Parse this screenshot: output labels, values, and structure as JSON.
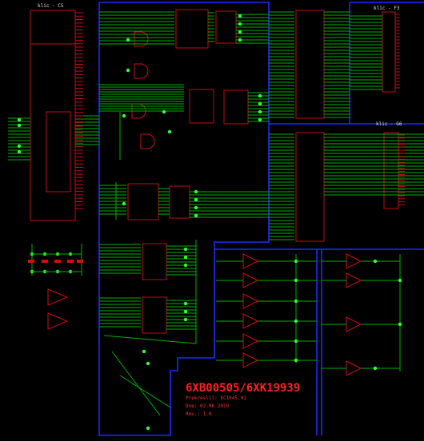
{
  "labels": {
    "conn_c5": "klic - C5",
    "conn_f3": "klic - F3",
    "conn_g6": "klic - G6"
  },
  "title_block": {
    "title": "6XB00505/6XK19939",
    "line1": "Prekreslil: EC1045.01",
    "line2": "Dne: 02.06.2019",
    "line3": "Rev.: 1.0"
  },
  "colors": {
    "background": "#000000",
    "bus": "#1a2cff",
    "wire": "#00c000",
    "part": "#d01010",
    "junction": "#30ff30",
    "text": "#e0e0e0",
    "title": "#ff2020"
  }
}
